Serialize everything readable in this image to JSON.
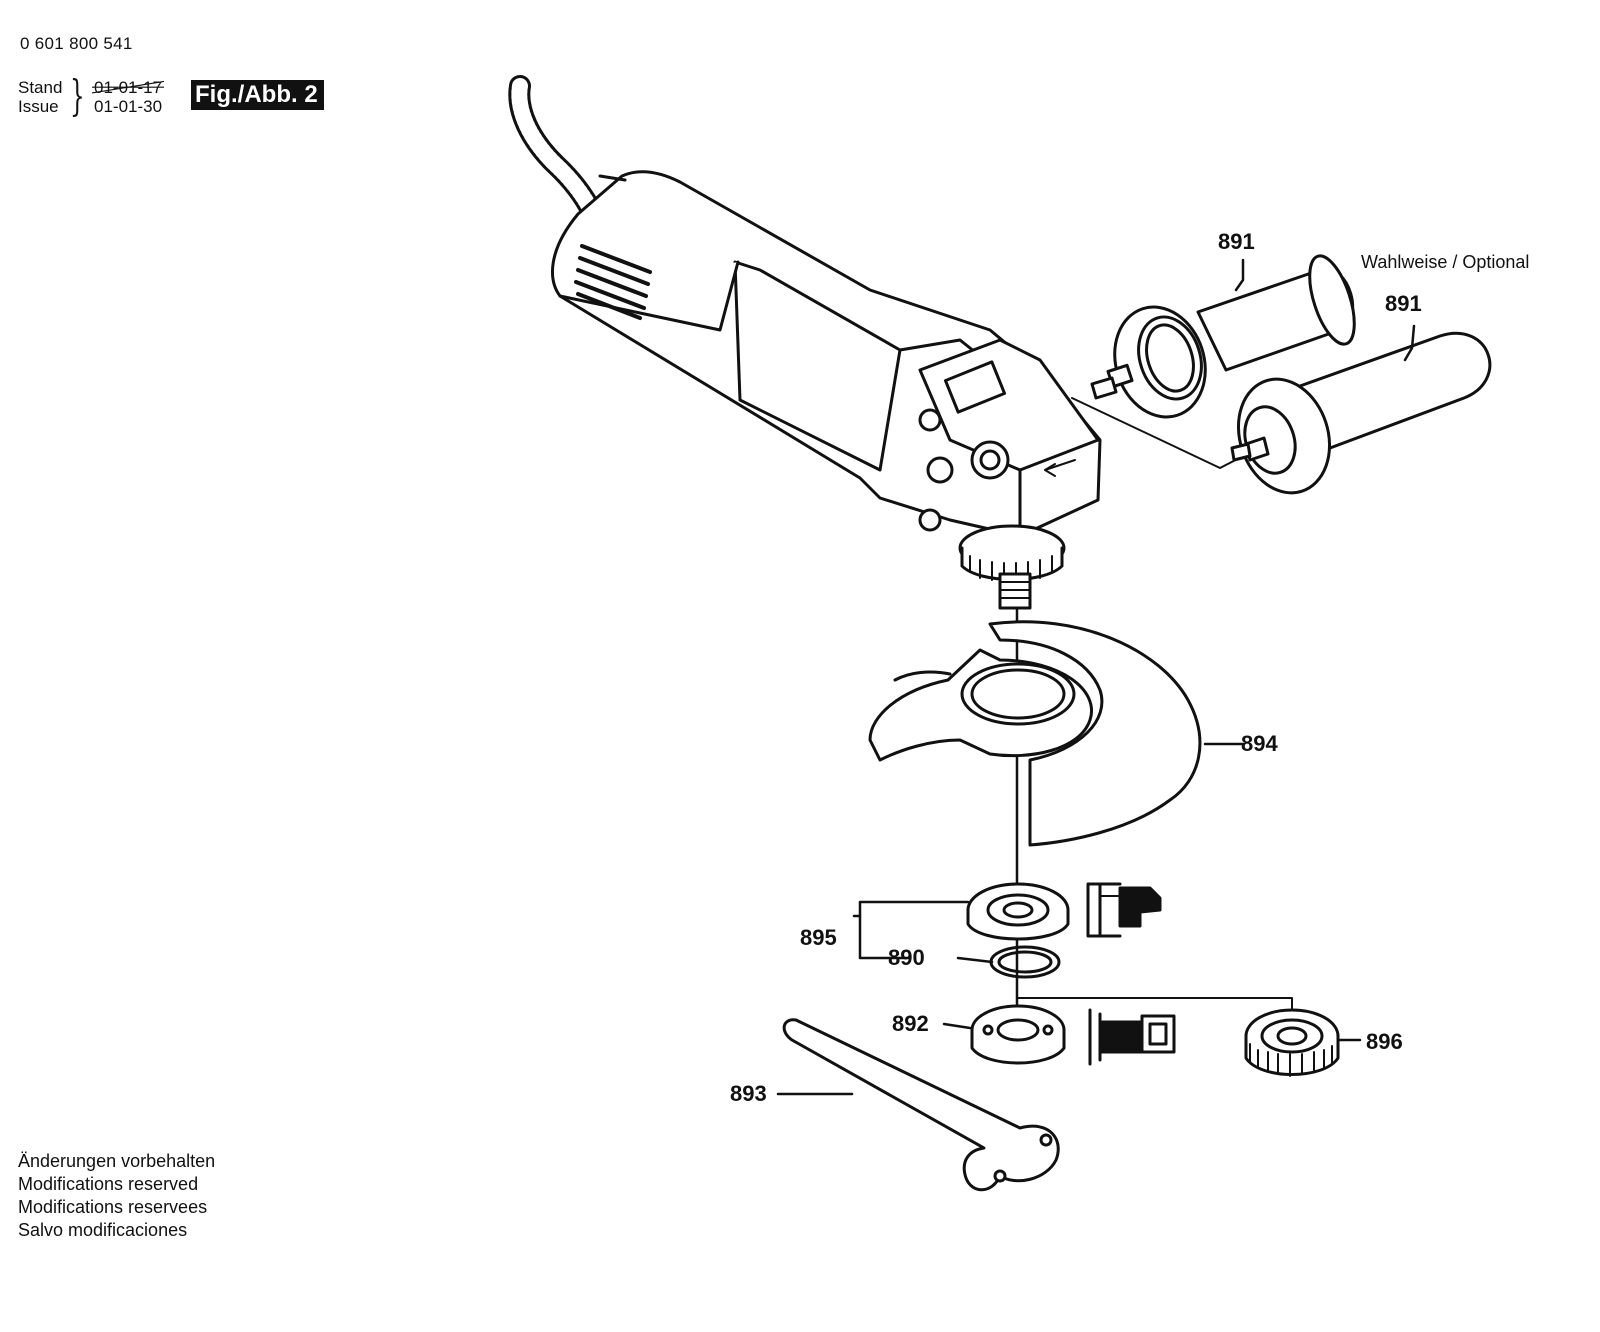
{
  "header": {
    "part_number": "0 601 800 541",
    "stand_label": "Stand",
    "issue_label": "Issue",
    "old_date": "01-01-17",
    "new_date": "01-01-30",
    "figure_label": "Fig./Abb. 2"
  },
  "callouts": {
    "c891a": "891",
    "c891b": "891",
    "optional_note": "Wahlweise / Optional",
    "c894": "894",
    "c895": "895",
    "c890": "890",
    "c892": "892",
    "c896": "896",
    "c893": "893"
  },
  "footer": {
    "line1": "Änderungen vorbehalten",
    "line2": "Modifications reserved",
    "line3": "Modifications reservees",
    "line4": "Salvo modificaciones"
  }
}
